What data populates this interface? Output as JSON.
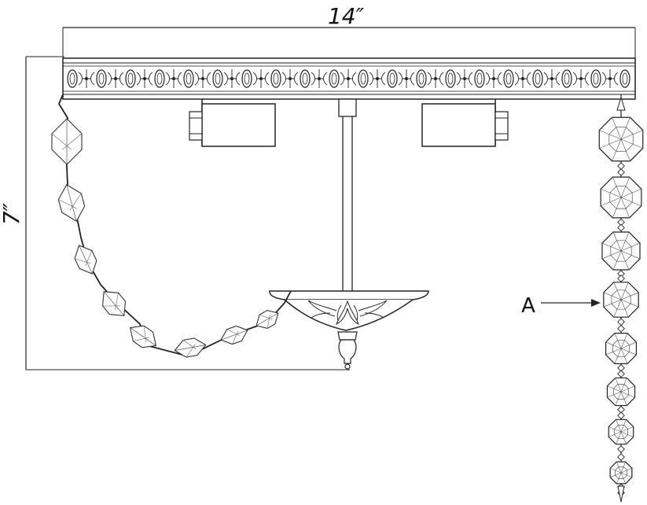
{
  "dimensions": {
    "width_label": "14″",
    "height_label": "7″"
  },
  "callout": {
    "label": "A"
  },
  "colors": {
    "line": "#222222",
    "background": "#ffffff"
  }
}
